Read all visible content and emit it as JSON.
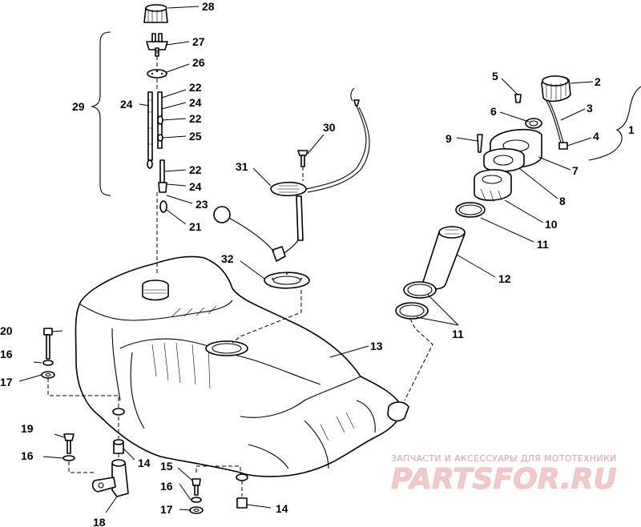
{
  "labels": {
    "p1": "1",
    "p2": "2",
    "p3": "3",
    "p4": "4",
    "p5": "5",
    "p6": "6",
    "p7": "7",
    "p8": "8",
    "p9": "9",
    "p10": "10",
    "p11a": "11",
    "p11b": "11",
    "p12": "12",
    "p13": "13",
    "p14a": "14",
    "p14b": "14",
    "p15": "15",
    "p16a": "16",
    "p16b": "16",
    "p16c": "16",
    "p17a": "17",
    "p17b": "17",
    "p18": "18",
    "p19": "19",
    "p20": "20",
    "p21": "21",
    "p22a": "22",
    "p22b": "22",
    "p22c": "22",
    "p23": "23",
    "p24a": "24",
    "p24b": "24",
    "p24c": "24",
    "p25": "25",
    "p26": "26",
    "p27": "27",
    "p28": "28",
    "p29": "29",
    "p30": "30",
    "p31": "31",
    "p32": "32"
  },
  "watermark": {
    "tagline": "ЗАПЧАСТИ И АКСЕССУАРЫ ДЛЯ МОТОТЕХНИКИ",
    "logo": "PARTSFOR.RU"
  }
}
